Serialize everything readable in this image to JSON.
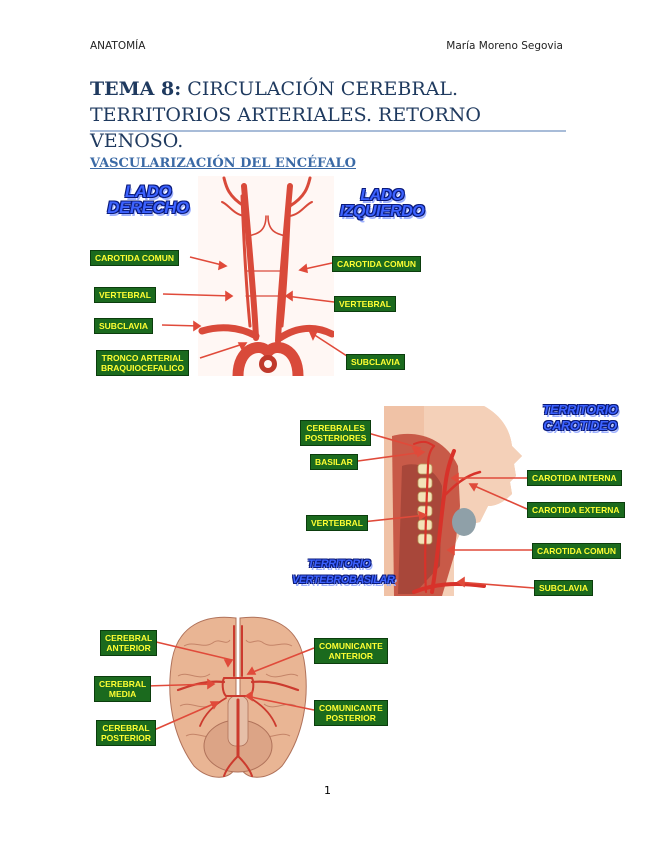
{
  "header": {
    "left": "ANATOMÍA",
    "right": "María Moreno Segovia"
  },
  "title": {
    "bold": "TEMA 8:",
    "rest": " CIRCULACIÓN CEREBRAL. TERRITORIOS ARTERIALES. RETORNO VENOSO."
  },
  "subtitle": "VASCULARIZACIÓN DEL ENCÉFALO",
  "figure1": {
    "wordart_right_side": [
      "LADO",
      "DERECHO"
    ],
    "wordart_left_side": [
      "LADO",
      "IZQUIERDO"
    ],
    "labels": {
      "carotida_der": "CAROTIDA COMUN",
      "vertebral_der": "VERTEBRAL",
      "subclavia_der": "SUBCLAVIA",
      "tronco_l1": "TRONCO ARTERIAL",
      "tronco_l2": "BRAQUIOCEFALICO",
      "carotida_izq": "CAROTIDA COMUN",
      "vertebral_izq": "VERTEBRAL",
      "subclavia_izq": "SUBCLAVIA"
    }
  },
  "figure2": {
    "wordart_carotideo": [
      "TERRITORIO",
      "CAROTIDEO"
    ],
    "wordart_vertebro": [
      "TERRITORIO",
      "VERTEBROBASILAR"
    ],
    "labels": {
      "cerebrales_l1": "CEREBRALES",
      "cerebrales_l2": "POSTERIORES",
      "basilar": "BASILAR",
      "vertebral": "VERTEBRAL",
      "carotida_interna": "CAROTIDA INTERNA",
      "carotida_externa": "CAROTIDA EXTERNA",
      "carotida_comun": "CAROTIDA COMUN",
      "subclavia": "SUBCLAVIA"
    }
  },
  "figure3": {
    "labels": {
      "cer_ant_l1": "CEREBRAL",
      "cer_ant_l2": "ANTERIOR",
      "cer_med_l1": "CEREBRAL",
      "cer_med_l2": "MEDIA",
      "cer_post_l1": "CEREBRAL",
      "cer_post_l2": "POSTERIOR",
      "com_ant_l1": "COMUNICANTE",
      "com_ant_l2": "ANTERIOR",
      "com_post_l1": "COMUNICANTE",
      "com_post_l2": "POSTERIOR"
    }
  },
  "page_number": "1",
  "colors": {
    "title": "#1f3a5f",
    "subtitle": "#3b6aa6",
    "label_bg": "#1b6a1e",
    "label_text": "#ffff33",
    "wordart": "#3c62ff",
    "artery": "#d94a3a",
    "brain": "#e8b090"
  }
}
